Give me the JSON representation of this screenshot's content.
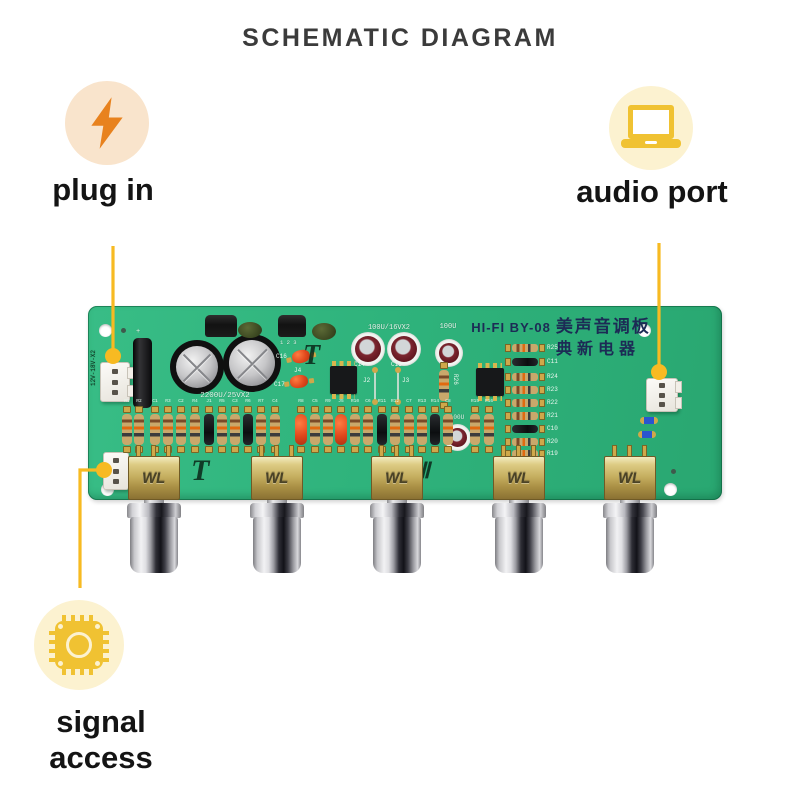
{
  "title": "SCHEMATIC DIAGRAM",
  "callouts": {
    "plug_in": {
      "label": "plug in",
      "icon": "lightning-bolt"
    },
    "audio_port": {
      "label": "audio port",
      "icon": "laptop"
    },
    "signal_access": {
      "label": "signal access",
      "icon": "chip"
    }
  },
  "board": {
    "silk_brand": "HI-FI BY-08",
    "silk_name": "美声音调板",
    "silk_subtitle": "典新电器",
    "pot_brand": "WL",
    "values": {
      "big_caps": "2200U/25VX2",
      "mid_caps": "100U/16VX2",
      "cap_top": "100U",
      "cap_mid": "100U",
      "power": "12V-18V-X2",
      "pins": "1 2 3"
    },
    "labels": {
      "c16": "C16",
      "j4": "J4",
      "c17": "C17",
      "c14": "C14",
      "c13": "C13",
      "j2": "J2",
      "j3": "J3",
      "r26": "R26"
    },
    "watermarks": {
      "t1": "T",
      "t2": "T",
      "ii": "Ⅱ"
    },
    "right_column": [
      "R25",
      "C11",
      "R24",
      "R23",
      "R22",
      "R21",
      "C10",
      "R20",
      "R19"
    ],
    "field_labels": [
      "R1",
      "R2",
      "C1",
      "R3",
      "C2",
      "R4",
      "J1",
      "R5",
      "C3",
      "R6",
      "R7",
      "C4",
      "R8",
      "C5",
      "R9",
      "J5",
      "R10",
      "C6",
      "R11",
      "R12",
      "C7",
      "R13",
      "R14",
      "C8",
      "R15",
      "R16"
    ]
  },
  "colors": {
    "accent_line": "#f7ba22",
    "plug_bg": "#f9e4cc",
    "plug_icon": "#e8821e",
    "gold_bg": "#fcf2d0",
    "gold_icon": "#f0c232",
    "pcb_green": "#2fb37c",
    "silk_navy": "#1c2b55",
    "label_text": "#141414",
    "title_text": "#3b3b3b"
  }
}
